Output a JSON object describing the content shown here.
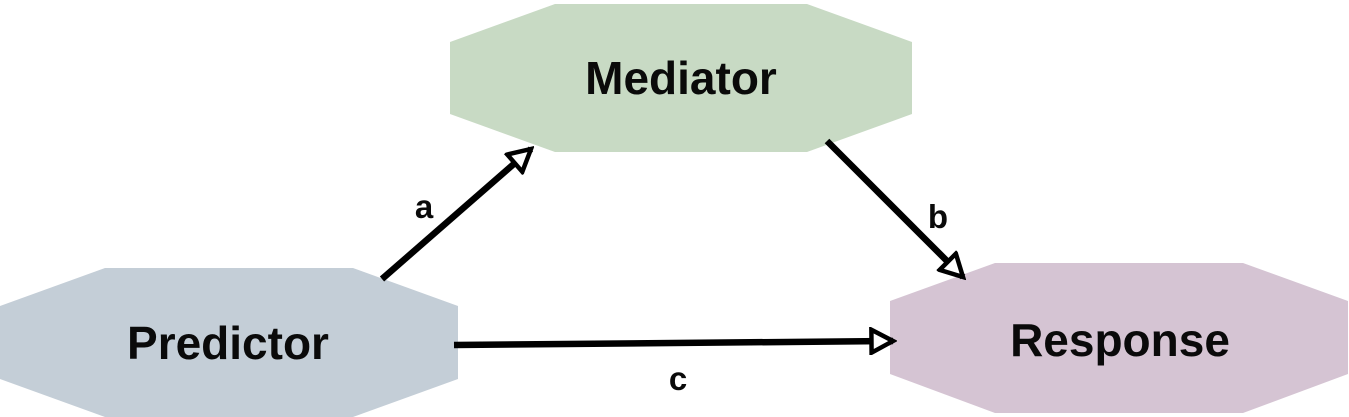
{
  "diagram": {
    "type": "mediation-path-diagram",
    "background": "#ffffff",
    "arrow_color": "#000000",
    "text_color": "#0a0a0a",
    "nodes": [
      {
        "id": "predictor",
        "label": "Predictor",
        "color": "#c4ced7",
        "shape": "octagon",
        "position": "bottom-left"
      },
      {
        "id": "mediator",
        "label": "Mediator",
        "color": "#c8dac4",
        "shape": "octagon",
        "position": "top-center"
      },
      {
        "id": "response",
        "label": "Response",
        "color": "#d5c4d3",
        "shape": "octagon",
        "position": "bottom-right"
      }
    ],
    "edges": [
      {
        "id": "a",
        "label": "a",
        "from": "predictor",
        "to": "mediator"
      },
      {
        "id": "b",
        "label": "b",
        "from": "mediator",
        "to": "response"
      },
      {
        "id": "c",
        "label": "c",
        "from": "predictor",
        "to": "response"
      }
    ]
  }
}
